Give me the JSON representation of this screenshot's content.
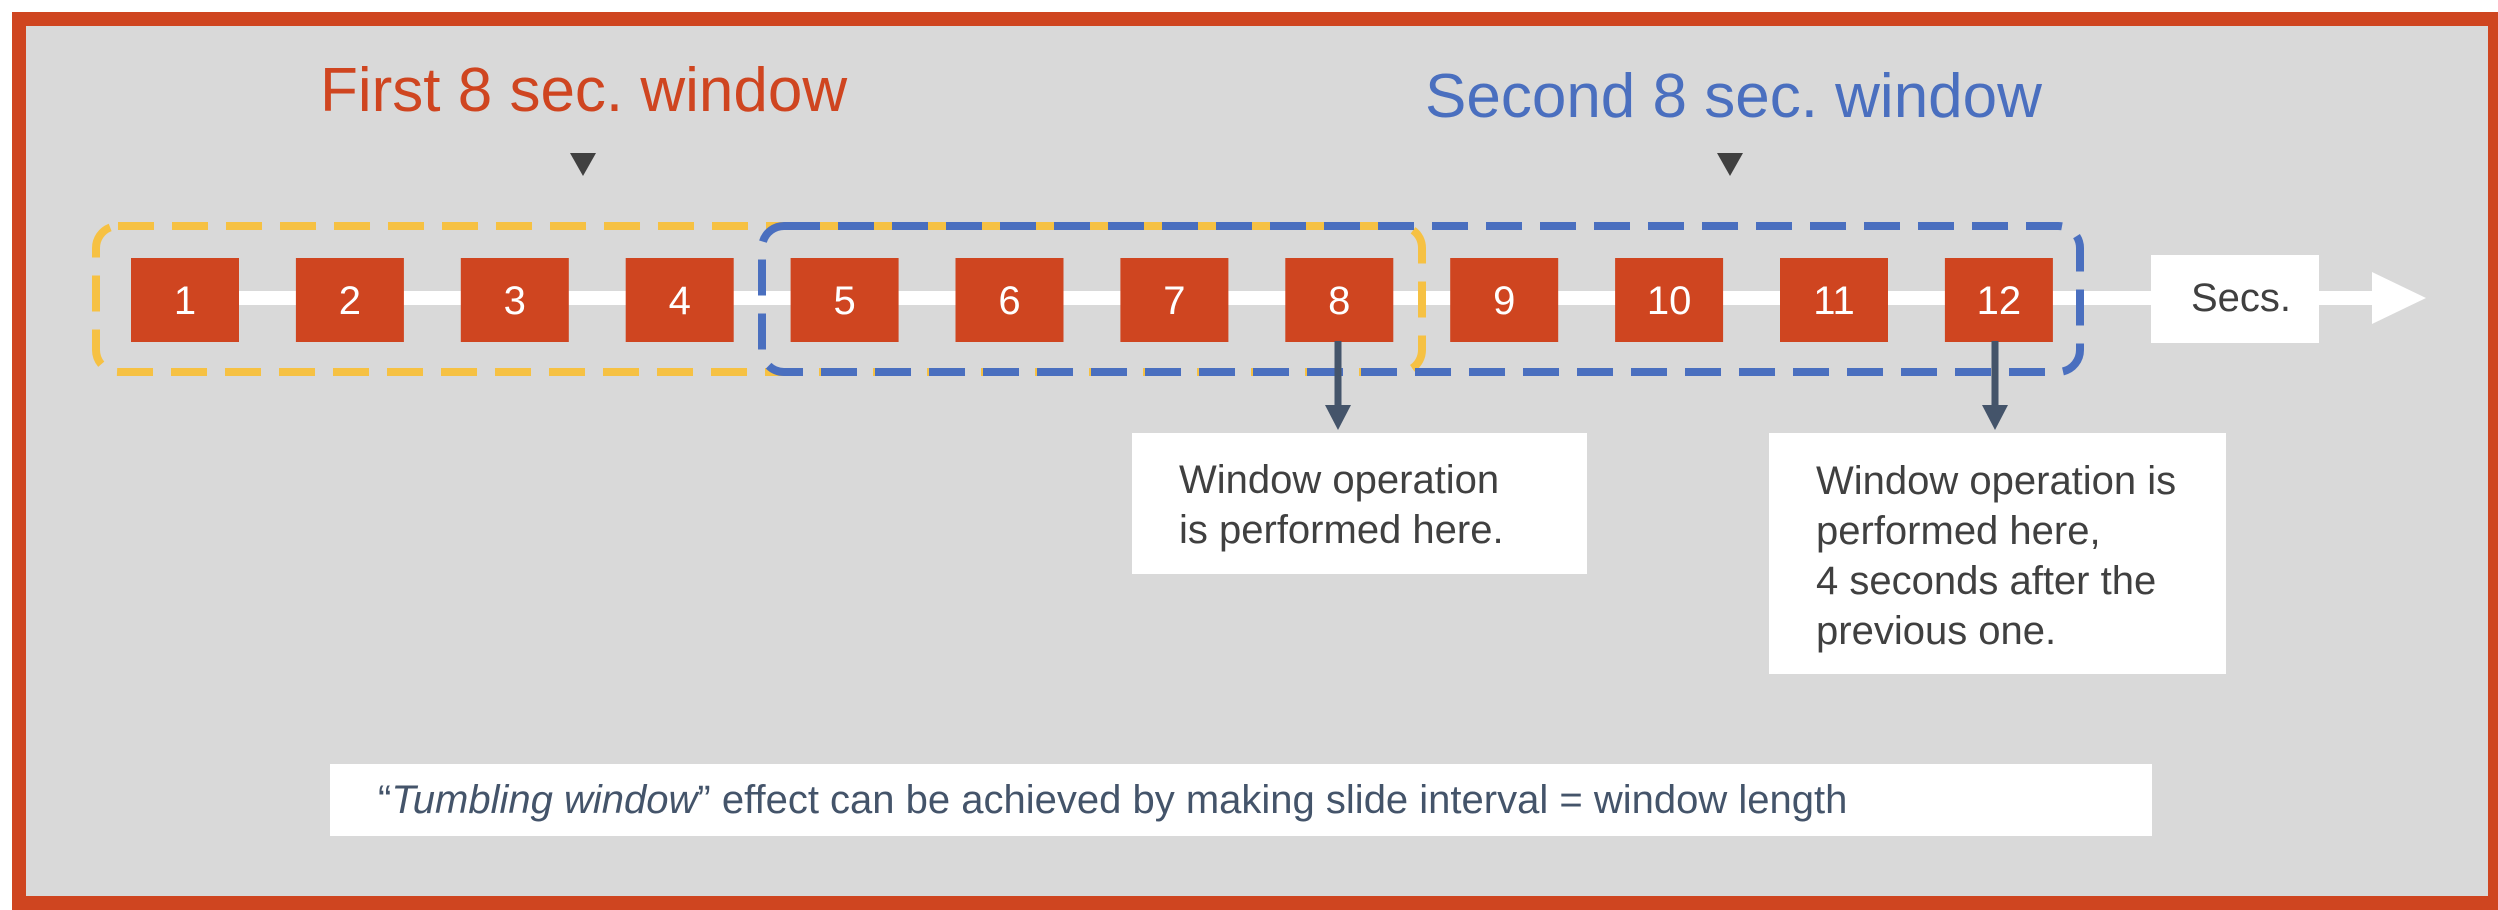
{
  "windows": {
    "first": {
      "label": "First 8 sec. window",
      "color": "#cf4520",
      "border_color": "#f6c143"
    },
    "second": {
      "label": "Second 8 sec. window",
      "color": "#4a6fbf",
      "border_color": "#4a6fbf"
    }
  },
  "timeline": {
    "seconds": [
      "1",
      "2",
      "3",
      "4",
      "5",
      "6",
      "7",
      "8",
      "9",
      "10",
      "11",
      "12"
    ],
    "axis_label": "Secs.",
    "box_color": "#cf4520"
  },
  "callouts": [
    {
      "text": "Window operation\nis performed here.",
      "at_second": "8"
    },
    {
      "text": "Window operation is\nperformed here,\n4 seconds after the\nprevious one.",
      "at_second": "12"
    }
  ],
  "note": {
    "open_quote": "“",
    "emphasis": "Tumbling window",
    "close_quote": "”",
    "rest": " effect can be achieved by making slide interval = window length"
  },
  "colors": {
    "frame": "#cf4520",
    "background": "#d9d9d9",
    "arrow": "#44546a"
  }
}
